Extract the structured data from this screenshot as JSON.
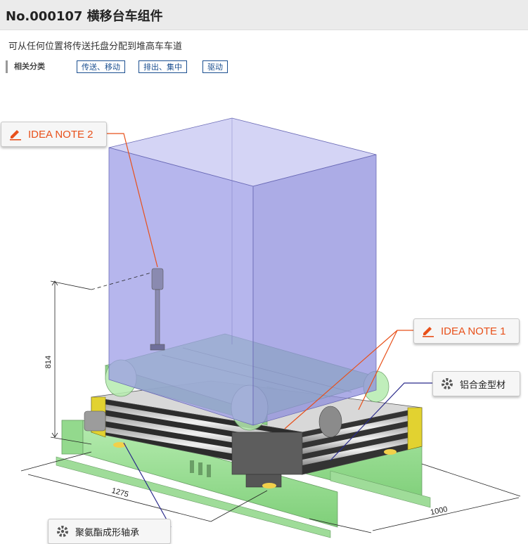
{
  "header": {
    "title": "No.000107 横移台车组件"
  },
  "description": "可从任何位置将传送托盘分配到堆高车车道",
  "categories": {
    "label": "相关分类",
    "tags": [
      "传送、移动",
      "排出、集中",
      "驱动"
    ]
  },
  "diagram": {
    "dimensions": {
      "height": "814",
      "length": "1275",
      "width": "1000"
    },
    "callouts": {
      "idea_note_2": "IDEA NOTE 2",
      "idea_note_1": "IDEA NOTE 1",
      "aluminum_profile": "铝合金型材",
      "urethane_bearing": "聚氨酯成形轴承"
    },
    "icons": {
      "note": "pencil-icon",
      "detail": "gear-icon"
    },
    "colors": {
      "note_text": "#e8501a",
      "tag_border": "#1b4f90",
      "box": "#9a9ae6",
      "rail": "#8ed88a",
      "frame_yellow": "#e2d230"
    }
  }
}
